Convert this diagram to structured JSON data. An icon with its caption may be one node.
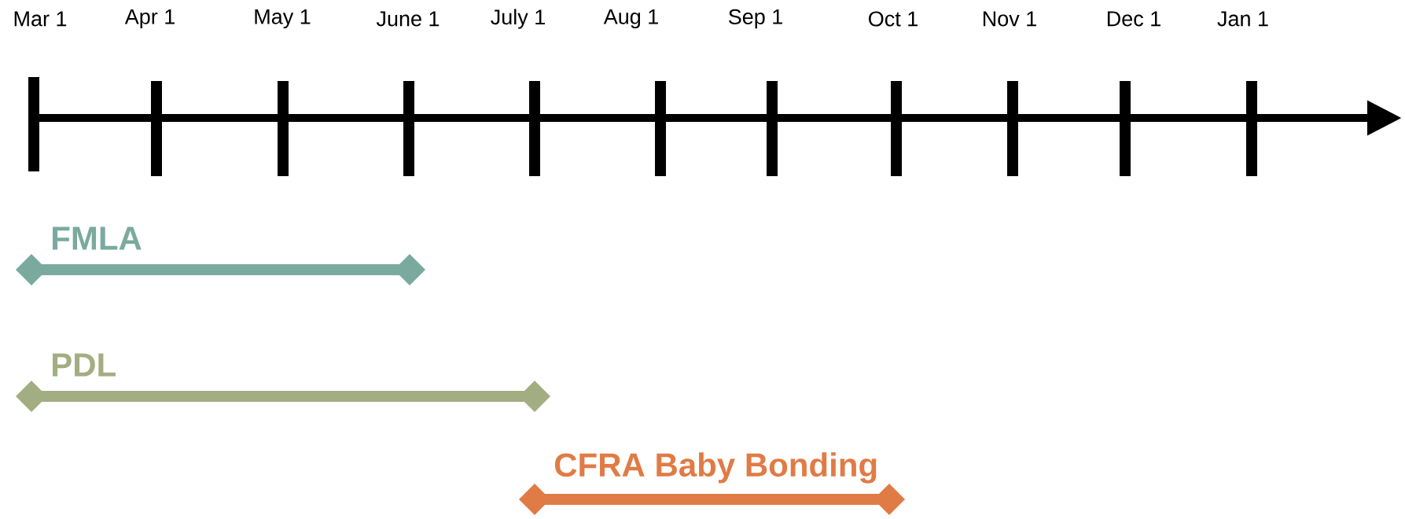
{
  "diagram": {
    "nodes": [
      {
        "text": [
          "FMLA"
        ]
      },
      {
        "text": [
          "PDL"
        ]
      },
      {
        "text": [
          "CFRA Baby Bonding"
        ]
      }
    ],
    "labels": [
      "Mar 1",
      "Apr 1",
      "May 1",
      "June 1",
      "July 1",
      "Aug 1",
      "Sep 1",
      "Oct 1",
      "Nov 1",
      "Dec 1",
      "Jan 1"
    ]
  }
}
